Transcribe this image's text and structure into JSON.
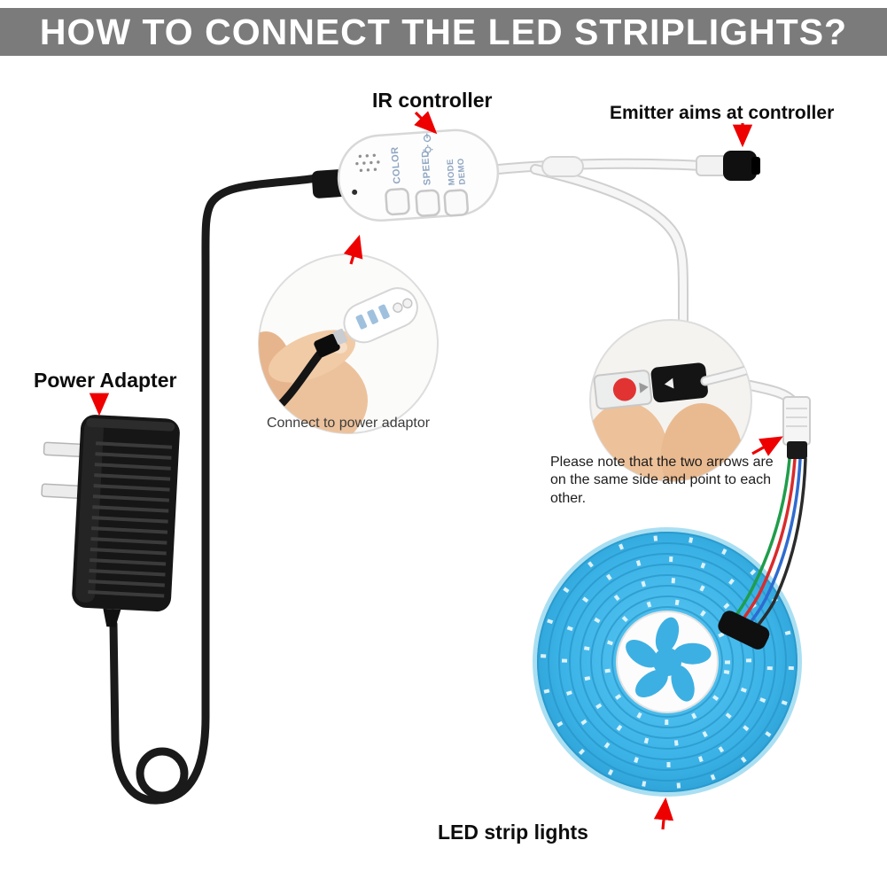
{
  "header": {
    "title": "HOW TO CONNECT THE LED STRIPLIGHTS?"
  },
  "annotations": {
    "ir_controller": "IR controller",
    "emitter": "Emitter aims at controller",
    "power_adapter": "Power Adapter",
    "inset1_caption": "Connect to power adaptor",
    "inset2_note": "Please note that the two arrows are on the same side and point to each other.",
    "led_strip": "LED strip lights"
  },
  "controller": {
    "buttons": [
      "COLOR",
      "SPEED",
      "MODE",
      "DEMO"
    ],
    "icons": {
      "speaker_icon": "speaker-grille-dots",
      "sun_icon": "brightness-sun",
      "power_icon": "power-symbol"
    }
  },
  "colors": {
    "header_bg": "#7b7b7b",
    "header_fg": "#ffffff",
    "arrow_red": "#ee0000",
    "strip_blue": "#3ab2e6",
    "cable_black": "#1a1a1a",
    "cable_white": "#f4f4f4",
    "button_label_blue": "#8fa6c2"
  }
}
